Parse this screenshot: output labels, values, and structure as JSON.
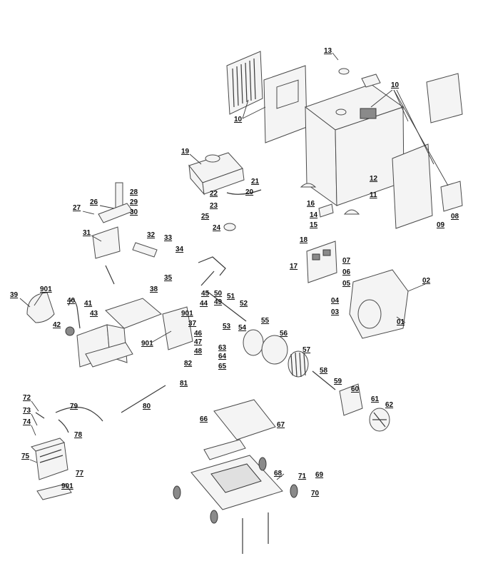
{
  "diagram": {
    "part_labels": {
      "p01": "01",
      "p02": "02",
      "p03": "03",
      "p04": "04",
      "p05": "05",
      "p06": "06",
      "p07": "07",
      "p08": "08",
      "p09": "09",
      "p10a": "10",
      "p10b": "10",
      "p11": "11",
      "p12": "12",
      "p13": "13",
      "p14": "14",
      "p15": "15",
      "p16": "16",
      "p17": "17",
      "p18": "18",
      "p19": "19",
      "p20": "20",
      "p21": "21",
      "p22": "22",
      "p23": "23",
      "p24": "24",
      "p25": "25",
      "p26": "26",
      "p27": "27",
      "p28": "28",
      "p29": "29",
      "p30": "30",
      "p31": "31",
      "p32": "32",
      "p33": "33",
      "p34": "34",
      "p35": "35",
      "p37": "37",
      "p38": "38",
      "p39": "39",
      "p40": "40",
      "p41": "41",
      "p42": "42",
      "p43": "43",
      "p44": "44",
      "p45": "45",
      "p46": "46",
      "p47": "47",
      "p48": "48",
      "p49": "49",
      "p50": "50",
      "p51": "51",
      "p52": "52",
      "p53": "53",
      "p54": "54",
      "p55": "55",
      "p56": "56",
      "p57": "57",
      "p58": "58",
      "p59": "59",
      "p60": "60",
      "p61": "61",
      "p62": "62",
      "p63": "63",
      "p64": "64",
      "p65": "65",
      "p66": "66",
      "p67": "67",
      "p68": "68",
      "p69": "69",
      "p70": "70",
      "p71": "71",
      "p72": "72",
      "p73": "73",
      "p74": "74",
      "p75": "75",
      "p77": "77",
      "p78": "78",
      "p79": "79",
      "p80": "80",
      "p81": "81",
      "p82": "82",
      "p901a": "901",
      "p901b": "901",
      "p901c": "901",
      "p901d": "901"
    }
  }
}
